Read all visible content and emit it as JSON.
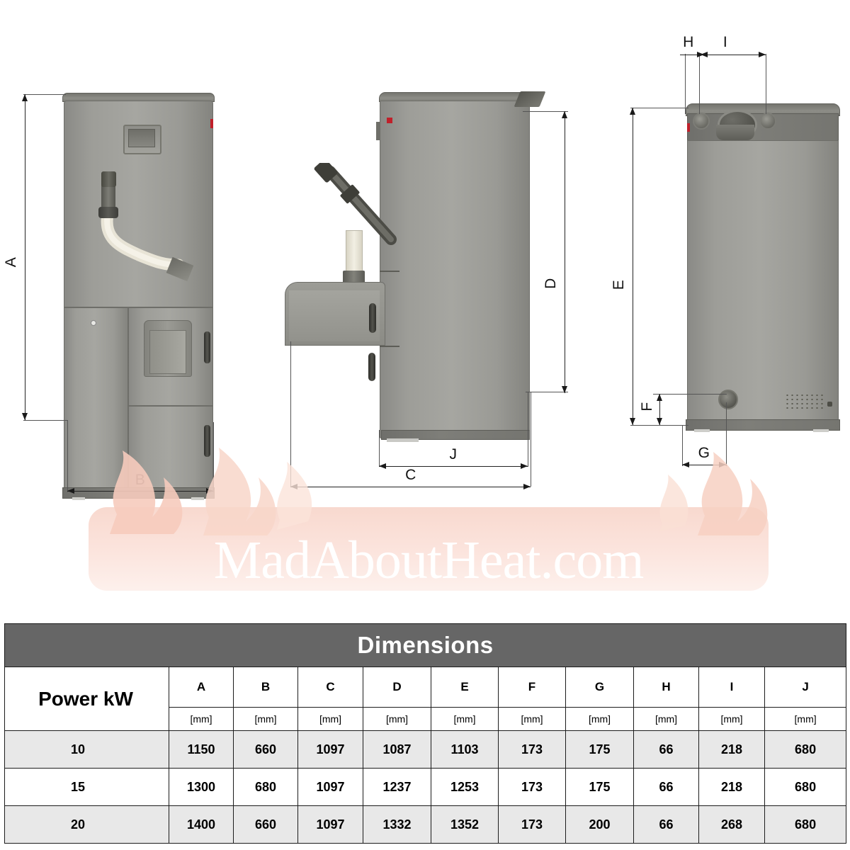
{
  "drawing": {
    "views": [
      {
        "name": "front-view",
        "label": "front"
      },
      {
        "name": "side-view",
        "label": "side"
      },
      {
        "name": "rear-view",
        "label": "rear"
      }
    ],
    "dimension_labels": {
      "A": "A",
      "B": "B",
      "C": "C",
      "D": "D",
      "E": "E",
      "F": "F",
      "G": "G",
      "H": "H",
      "I": "I",
      "J": "J"
    }
  },
  "watermark": {
    "text": "MadAboutHeat.com",
    "color": "#ffffff",
    "flame_color": "#fae3dc"
  },
  "table": {
    "title": "Dimensions",
    "power_header": "Power kW",
    "columns": [
      "A",
      "B",
      "C",
      "D",
      "E",
      "F",
      "G",
      "H",
      "I",
      "J"
    ],
    "unit": "[mm]",
    "header_bg": "#666666",
    "row_alt_bg": "#e8e8e8",
    "rows": [
      {
        "power": "10",
        "values": [
          "1150",
          "660",
          "1097",
          "1087",
          "1103",
          "173",
          "175",
          "66",
          "218",
          "680"
        ]
      },
      {
        "power": "15",
        "values": [
          "1300",
          "680",
          "1097",
          "1237",
          "1253",
          "173",
          "175",
          "66",
          "218",
          "680"
        ]
      },
      {
        "power": "20",
        "values": [
          "1400",
          "660",
          "1097",
          "1332",
          "1352",
          "173",
          "200",
          "66",
          "268",
          "680"
        ]
      }
    ]
  }
}
